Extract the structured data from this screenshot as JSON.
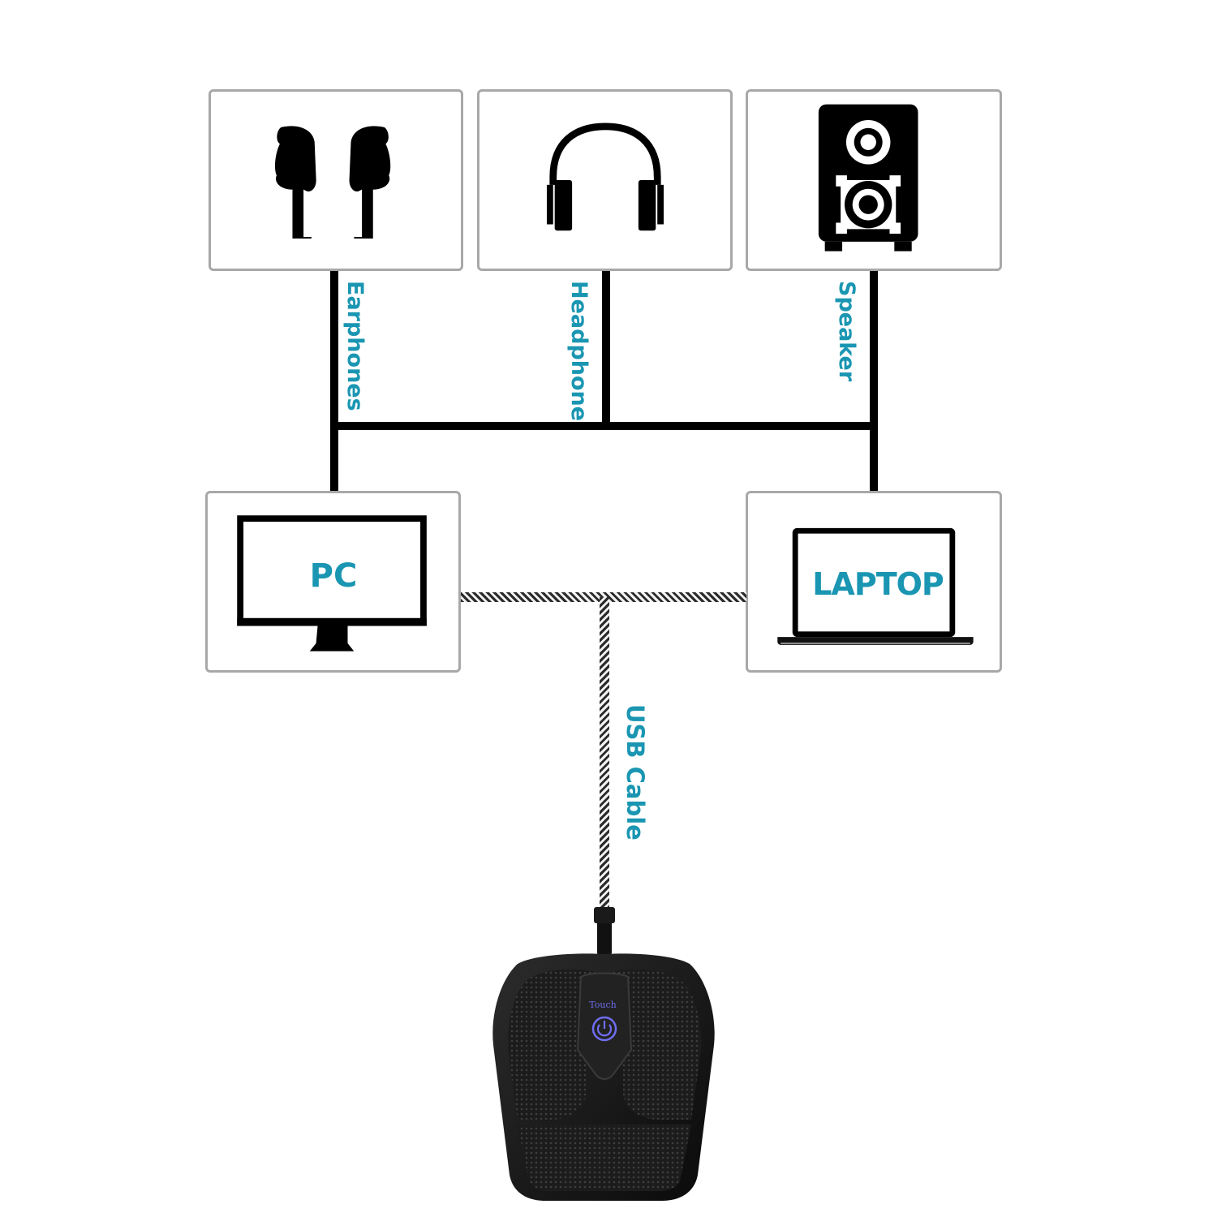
{
  "devices": {
    "earphones": {
      "label": "Earphones",
      "icon": "earbuds-icon"
    },
    "headphone": {
      "label": "Headphone",
      "icon": "headphones-icon"
    },
    "speaker": {
      "label": "Speaker",
      "icon": "speaker-icon"
    },
    "pc": {
      "screen_text": "PC",
      "icon": "desktop-monitor-icon"
    },
    "laptop": {
      "screen_text": "LAPTOP",
      "icon": "laptop-icon"
    }
  },
  "cable": {
    "label": "USB Cable"
  },
  "microphone": {
    "touch_label": "Touch",
    "icon": "power-icon"
  },
  "colors": {
    "label_teal": "#1a96b2",
    "box_border": "#a8a8a8",
    "touch_purple": "#6f6ef0",
    "line_black": "#000000"
  }
}
